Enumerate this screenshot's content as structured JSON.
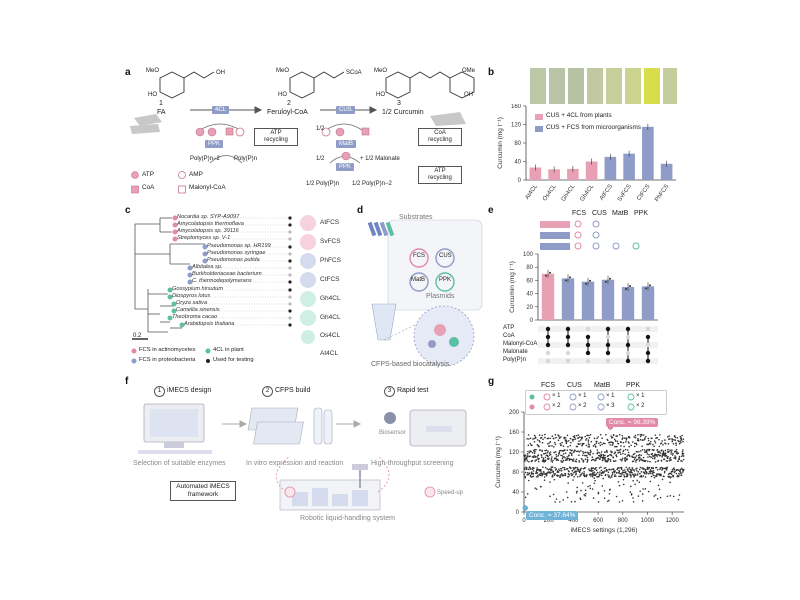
{
  "panels": {
    "a": {
      "label": "a",
      "compounds": [
        {
          "num": "1",
          "name": "FA"
        },
        {
          "num": "2",
          "name": "Feruloyl-CoA"
        },
        {
          "num": "3",
          "name": "1/2 Curcumin"
        }
      ],
      "enzymes": [
        "4CL",
        "CUS",
        "PPK",
        "MatB",
        "PPK"
      ],
      "structure_labels": [
        "MeO",
        "HO",
        "OH",
        "MeO",
        "HO",
        "SCoA",
        "MeO",
        "HO",
        "OMe",
        "OH"
      ],
      "recycling": [
        "ATP recycling",
        "CoA recycling",
        "ATP recycling"
      ],
      "cofactors": {
        "left": [
          "Poly(P)n−2",
          "Poly(P)n"
        ],
        "mid": [
          "1/2",
          "1/2",
          "+ 1/2 Malonate",
          "1/2 Poly(P)n",
          "1/2 Poly(P)n−2"
        ]
      },
      "legend": [
        "ATP",
        "AMP",
        "CoA",
        "Malonyl-CoA"
      ]
    },
    "b": {
      "label": "b",
      "legend": [
        "CUS + 4CL from plants",
        "CUS + FCS from microorganisms"
      ]
    },
    "c": {
      "label": "c",
      "species": [
        "Nocardia sp. SYP-A9097",
        "Amycolatopsis thermoflava",
        "Amycolatopsis sp. 39116",
        "Streptomyces sp. V-1",
        "Pseudomonas sp. HR199",
        "Pseudomonas syringae",
        "Pseudomonas putida",
        "Albitalea sp.",
        "Burkholderiaceae bacterium",
        "C. thermodepolymerans",
        "Gossypium hirsutum",
        "Diospyros lotus",
        "Oryza sativa",
        "Camellia sinensis",
        "Theobroma cacao",
        "Arabidopsis thaliana"
      ],
      "enzymes": [
        "AtFCS",
        "SvFCS",
        "PhFCS",
        "CtFCS",
        "Gh4CL",
        "Gh4CL",
        "Os4CL",
        "At4CL"
      ],
      "scale": "0.2",
      "legend": [
        "FCS in actinomycetes",
        "4CL in plant",
        "FCS in proteobacteria",
        "Used for testing"
      ]
    },
    "d": {
      "label": "d",
      "substrates": "Substrates",
      "plasmids": "Plasmids",
      "circles": [
        "FCS",
        "CUS",
        "MatB",
        "PPK"
      ],
      "caption": "CFPS-based biocatalysis"
    },
    "e": {
      "label": "e",
      "headers": [
        "FCS",
        "CUS",
        "MatB",
        "PPK"
      ],
      "row_labels": [
        "ATP",
        "CoA",
        "Malonyl-CoA",
        "Malonate",
        "Poly(P)n"
      ]
    },
    "f": {
      "label": "f",
      "steps": [
        {
          "num": "1",
          "title": "iMECS design",
          "caption": "Selection of suitable enzymes"
        },
        {
          "num": "2",
          "title": "CFPS build",
          "caption": "In vitro expression and reaction"
        },
        {
          "num": "3",
          "title": "Rapid test",
          "caption": "High-throughput screening"
        }
      ],
      "biosensor": "Biosensor",
      "framework": "Automated iMECS framework",
      "speedup": "Speed-up",
      "robot": "Robotic liquid-handling system"
    },
    "g": {
      "label": "g",
      "headers": [
        "FCS",
        "CUS",
        "MatB",
        "PPK"
      ],
      "rows": [
        [
          "× 1",
          "× 1",
          "× 1",
          "× 1"
        ],
        [
          "× 2",
          "× 2",
          "× 3",
          "× 2"
        ]
      ],
      "annot_high": "Conc. = 98.39%",
      "annot_low": "Conc. = 37.64%"
    }
  },
  "chart_data": [
    {
      "type": "bar",
      "panel": "b",
      "categories": [
        "At4CL",
        "Os4CL",
        "Gh4CL",
        "Gh4CL",
        "AtFCS",
        "SvFCS",
        "CtFCS",
        "PhFCS"
      ],
      "series": [
        {
          "name": "CUS + 4CL from plants",
          "color": "#e8a0b4",
          "values": [
            27,
            23,
            24,
            40,
            null,
            null,
            null,
            null
          ]
        },
        {
          "name": "CUS + FCS from microorganisms",
          "color": "#8f9cc7",
          "values": [
            null,
            null,
            null,
            null,
            50,
            57,
            115,
            35
          ]
        }
      ],
      "ylabel": "Curcumin (mg l⁻¹)",
      "ylim": [
        0,
        160
      ],
      "yticks": [
        0,
        40,
        80,
        120,
        160
      ]
    },
    {
      "type": "bar",
      "panel": "e",
      "categories": [
        "1",
        "2",
        "3",
        "4",
        "5",
        "6"
      ],
      "values": [
        70,
        63,
        58,
        61,
        50,
        51
      ],
      "colors": [
        "#e8a0b4",
        "#8f9cc7",
        "#8f9cc7",
        "#8f9cc7",
        "#8f9cc7",
        "#8f9cc7"
      ],
      "ylabel": "Curcumin (mg l⁻¹)",
      "ylim": [
        0,
        100
      ],
      "yticks": [
        0,
        20,
        40,
        60,
        80,
        100
      ],
      "upset_matrix": [
        [
          1,
          1,
          0,
          1,
          1,
          0
        ],
        [
          1,
          1,
          1,
          0,
          0,
          1
        ],
        [
          1,
          1,
          1,
          1,
          1,
          0
        ],
        [
          0,
          0,
          1,
          1,
          0,
          1
        ],
        [
          0,
          0,
          0,
          0,
          1,
          1
        ]
      ]
    },
    {
      "type": "scatter",
      "panel": "g",
      "xlabel": "iMECS settings (1,296)",
      "ylabel": "Curcumin (mg l⁻¹)",
      "xlim": [
        0,
        1296
      ],
      "ylim": [
        0,
        200
      ],
      "xticks": [
        0,
        200,
        400,
        600,
        800,
        1000,
        1200
      ],
      "yticks": [
        0,
        40,
        80,
        120,
        160,
        200
      ],
      "n_points": 1296,
      "highlight_max": {
        "x": 700,
        "y": 170
      },
      "highlight_min": {
        "x": 10,
        "y": 8
      }
    }
  ]
}
